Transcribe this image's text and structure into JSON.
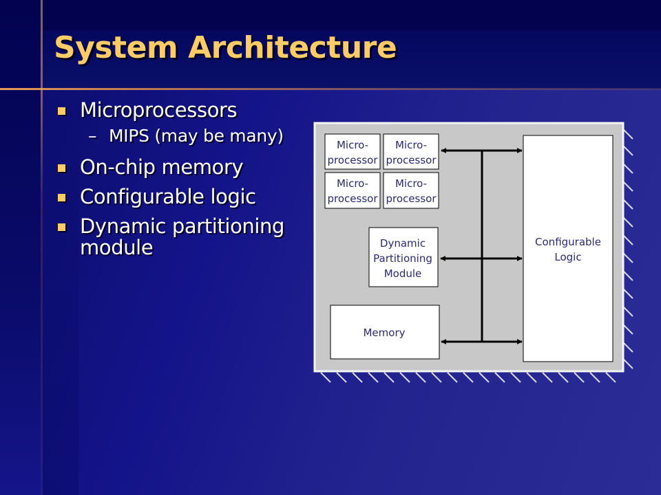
{
  "slide": {
    "title": "System Architecture",
    "bullets": [
      {
        "text": "Microprocessors",
        "sub": [
          "MIPS (may be many)"
        ]
      },
      {
        "text": "On-chip memory"
      },
      {
        "text": "Configurable logic"
      },
      {
        "text": "Dynamic partitioning module"
      }
    ]
  },
  "diagram": {
    "microprocessor_label_line1": "Micro-",
    "microprocessor_label_line2": "processor",
    "dpm_line1": "Dynamic",
    "dpm_line2": "Partitioning",
    "dpm_line3": "Module",
    "memory_label": "Memory",
    "config_line1": "Configurable",
    "config_line2": "Logic"
  },
  "colors": {
    "title": "#ffcc66",
    "bullet": "#ffcc66",
    "text": "#ffffff",
    "chip_fill": "#c8c8c8",
    "box_text": "#2a2a72"
  }
}
